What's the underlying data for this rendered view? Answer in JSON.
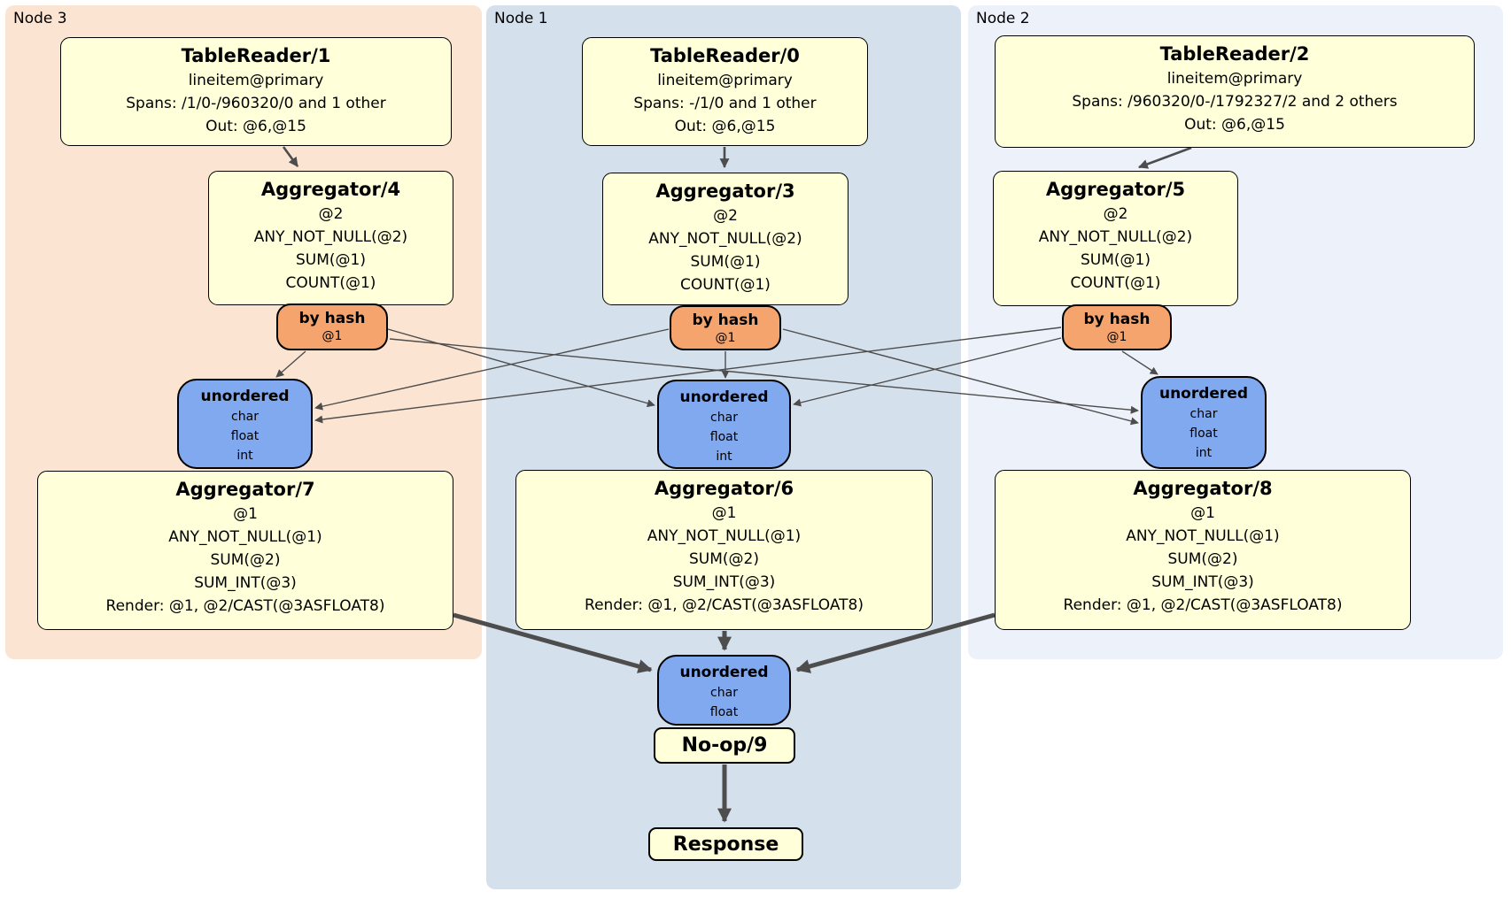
{
  "colors": {
    "node3_bg": "#fce4d3",
    "node1_bg": "#d4e0ec",
    "node2_bg": "#edf1fa",
    "box_fill": "#ffffd9",
    "router_fill": "#f6a46e",
    "sync_fill": "#80a9f0",
    "edge": "#4d4d4d"
  },
  "regions": {
    "node3": {
      "label": "Node 3"
    },
    "node1": {
      "label": "Node 1"
    },
    "node2": {
      "label": "Node 2"
    }
  },
  "boxes": {
    "tr1": {
      "title": "TableReader/1",
      "lines": [
        "lineitem@primary",
        "Spans: /1/0-/960320/0 and 1 other",
        "Out: @6,@15"
      ]
    },
    "tr0": {
      "title": "TableReader/0",
      "lines": [
        "lineitem@primary",
        "Spans: -/1/0 and 1 other",
        "Out: @6,@15"
      ]
    },
    "tr2": {
      "title": "TableReader/2",
      "lines": [
        "lineitem@primary",
        "Spans: /960320/0-/1792327/2 and 2 others",
        "Out: @6,@15"
      ]
    },
    "agg4": {
      "title": "Aggregator/4",
      "lines": [
        "@2",
        "ANY_NOT_NULL(@2)",
        "SUM(@1)",
        "COUNT(@1)"
      ]
    },
    "agg3": {
      "title": "Aggregator/3",
      "lines": [
        "@2",
        "ANY_NOT_NULL(@2)",
        "SUM(@1)",
        "COUNT(@1)"
      ]
    },
    "agg5": {
      "title": "Aggregator/5",
      "lines": [
        "@2",
        "ANY_NOT_NULL(@2)",
        "SUM(@1)",
        "COUNT(@1)"
      ]
    },
    "router3": {
      "title": "by hash",
      "lines": [
        "@1"
      ]
    },
    "router1": {
      "title": "by hash",
      "lines": [
        "@1"
      ]
    },
    "router2": {
      "title": "by hash",
      "lines": [
        "@1"
      ]
    },
    "sync3": {
      "title": "unordered",
      "lines": [
        "char",
        "float",
        "int"
      ]
    },
    "sync1": {
      "title": "unordered",
      "lines": [
        "char",
        "float",
        "int"
      ]
    },
    "sync2": {
      "title": "unordered",
      "lines": [
        "char",
        "float",
        "int"
      ]
    },
    "agg7": {
      "title": "Aggregator/7",
      "lines": [
        "@1",
        "ANY_NOT_NULL(@1)",
        "SUM(@2)",
        "SUM_INT(@3)",
        "Render: @1, @2/CAST(@3ASFLOAT8)"
      ]
    },
    "agg6": {
      "title": "Aggregator/6",
      "lines": [
        "@1",
        "ANY_NOT_NULL(@1)",
        "SUM(@2)",
        "SUM_INT(@3)",
        "Render: @1, @2/CAST(@3ASFLOAT8)"
      ]
    },
    "agg8": {
      "title": "Aggregator/8",
      "lines": [
        "@1",
        "ANY_NOT_NULL(@1)",
        "SUM(@2)",
        "SUM_INT(@3)",
        "Render: @1, @2/CAST(@3ASFLOAT8)"
      ]
    },
    "syncfinal": {
      "title": "unordered",
      "lines": [
        "char",
        "float"
      ]
    },
    "noop": {
      "title": "No-op/9"
    },
    "response": {
      "title": "Response"
    }
  }
}
